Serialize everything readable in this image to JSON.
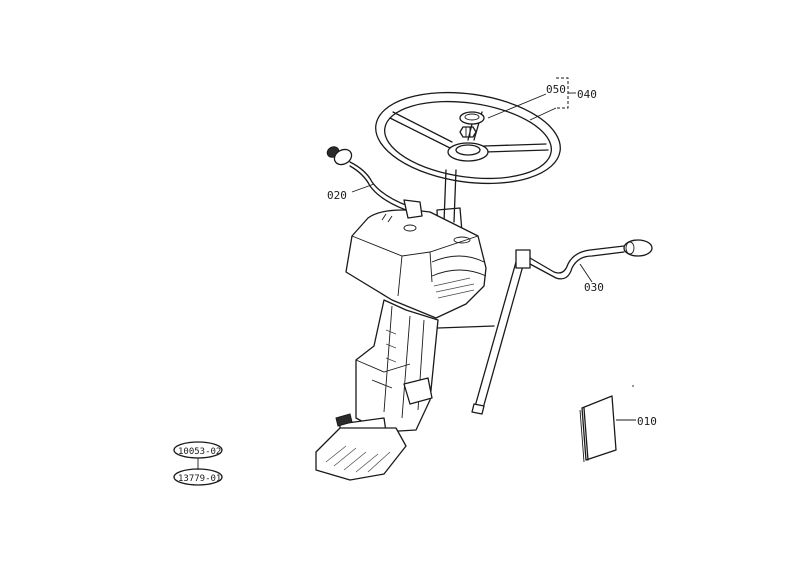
{
  "labels": {
    "p050": "050",
    "p040": "040",
    "p020": "020",
    "p030": "030",
    "p010": "010"
  },
  "ref_codes": {
    "upper": "10053-02",
    "lower": "13779-01"
  }
}
